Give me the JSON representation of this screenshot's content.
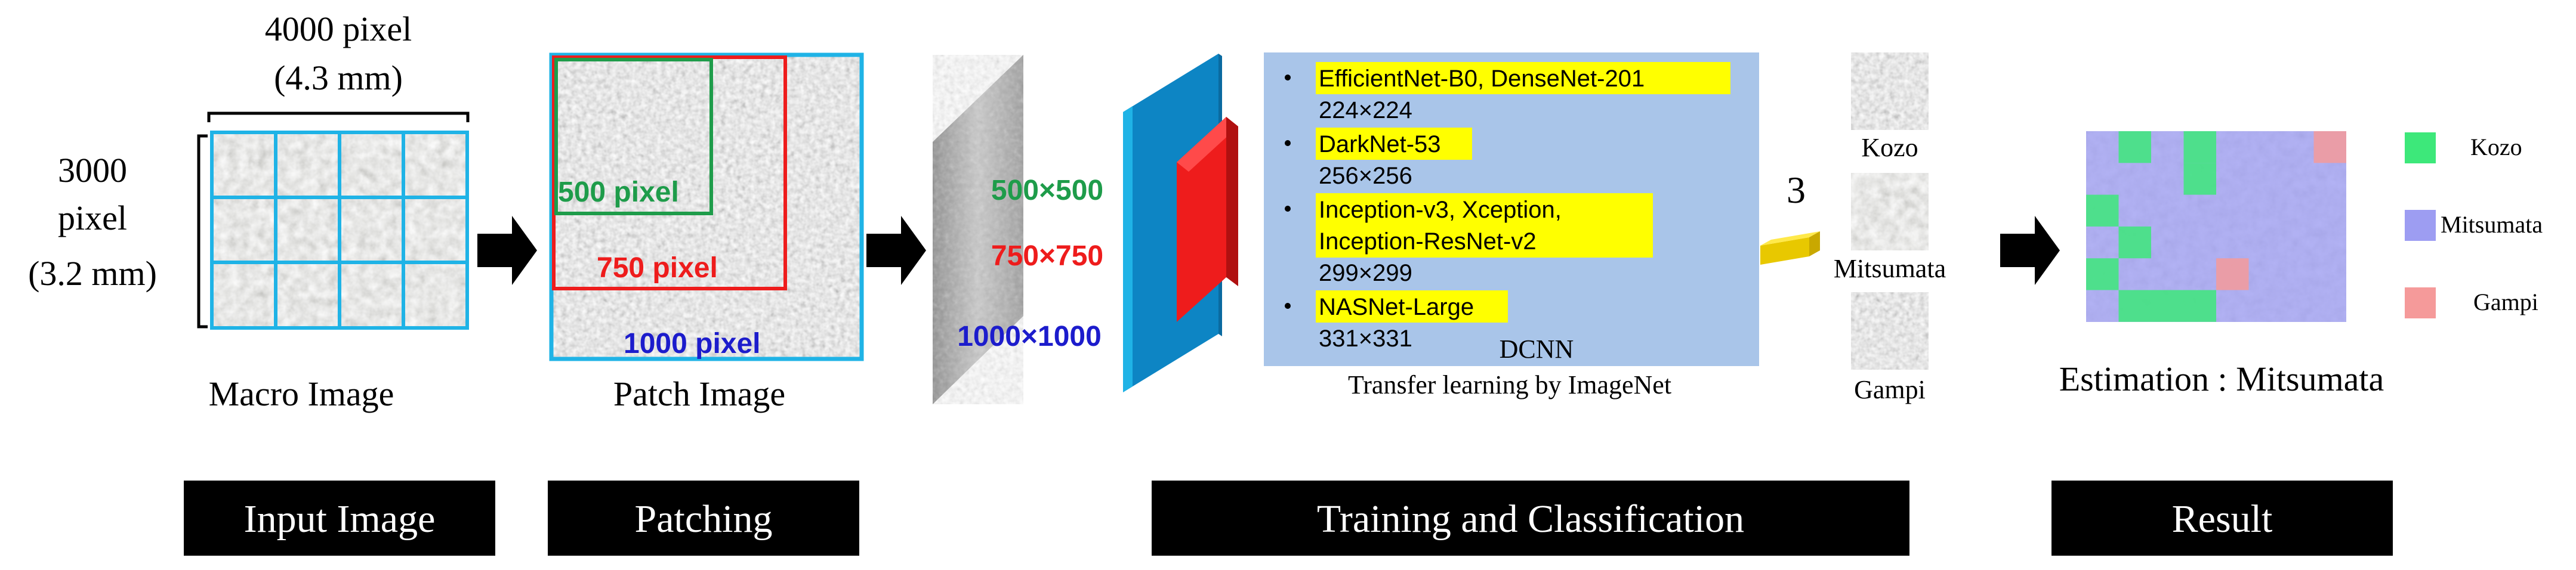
{
  "input": {
    "width_label": "4000 pixel",
    "width_mm": "(4.3 mm)",
    "height_label_1": "3000",
    "height_label_2": "pixel",
    "height_mm": "(3.2 mm)",
    "caption": "Macro Image"
  },
  "patch": {
    "caption": "Patch Image",
    "label_500": "500 pixel",
    "label_750": "750 pixel",
    "label_1000": "1000 pixel"
  },
  "sizes": {
    "s500": "500×500",
    "s750": "750×750",
    "s1000": "1000×1000"
  },
  "models": {
    "items": [
      {
        "name": "EfficientNet-B0,  DenseNet-201",
        "size": "224×224"
      },
      {
        "name": "DarkNet-53",
        "size": "256×256"
      },
      {
        "name": "Inception-v3,  Xception,",
        "name2": "Inception-ResNet-v2",
        "size": "299×299"
      },
      {
        "name": "NASNet-Large",
        "size": "331×331"
      }
    ],
    "dcnn_label": "DCNN",
    "transfer_label": "Transfer learning by ImageNet"
  },
  "output": {
    "count": "3",
    "classes": [
      "Kozo",
      "Mitsumata",
      "Gampi"
    ]
  },
  "result": {
    "estimation": "Estimation :  Mitsumata",
    "legend": [
      "Kozo",
      "Mitsumata",
      "Gampi"
    ]
  },
  "stages": [
    "Input Image",
    "Patching",
    "Training and Classification",
    "Result"
  ],
  "colors": {
    "cyan": "#1fb3e6",
    "green": "#1e9c4a",
    "red": "#ee1c1c",
    "blue": "#1c1ccc",
    "highlight": "#ffff00",
    "panel": "#a9c5e9",
    "black": "#000000",
    "kozo": "#3de87a",
    "mitsumata": "#9d9df2",
    "gampi": "#f59a9a"
  }
}
